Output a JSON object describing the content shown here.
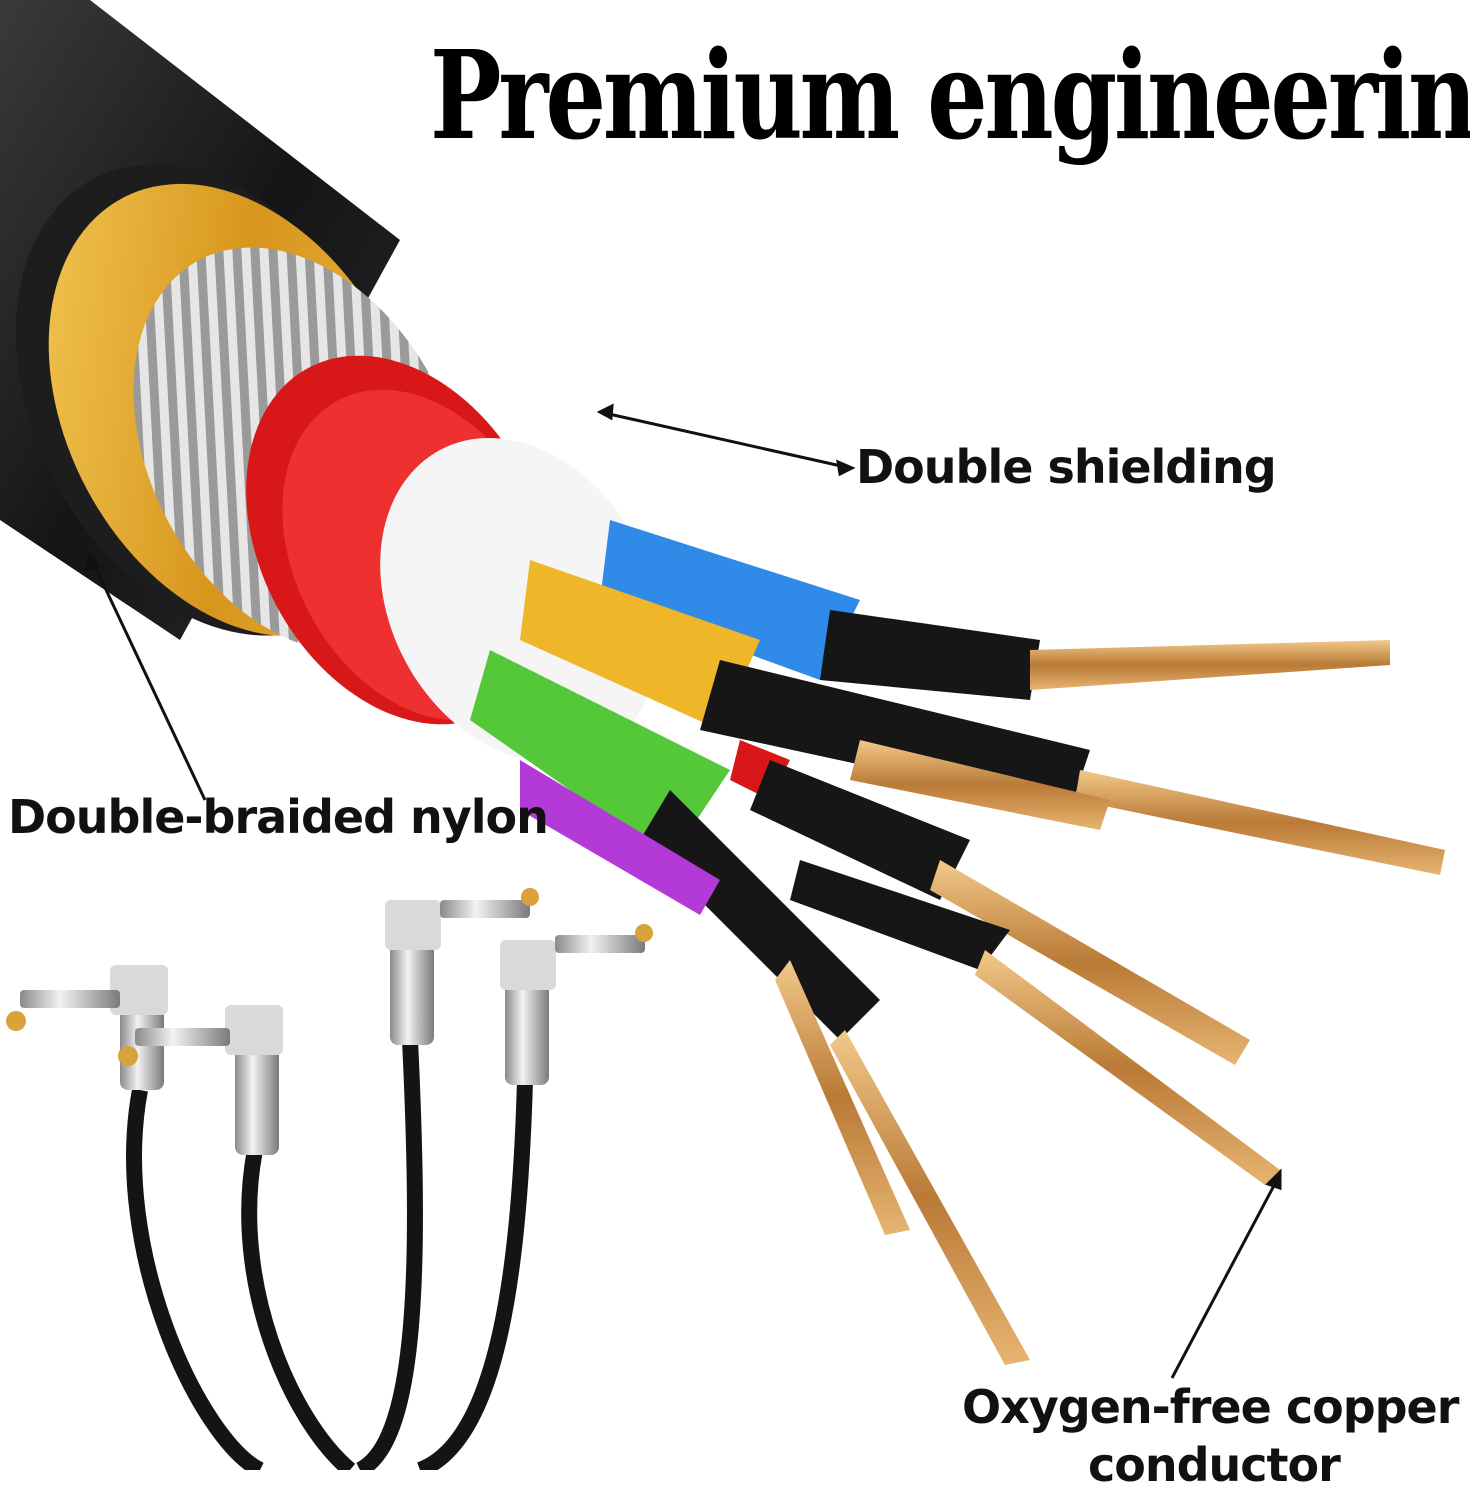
{
  "headline": "Premium engineering",
  "callouts": {
    "shielding": "Double shielding",
    "nylon": "Double-braided nylon",
    "copper_line1": "Oxygen-free copper",
    "copper_line2": "conductor"
  },
  "colors": {
    "jacket": "#1a1a1a",
    "gold_foil": "#e0a92a",
    "braid": "#b9b9b9",
    "red_shield": "#e01a1a",
    "white_insulator": "#f4f4f4",
    "blue_wire": "#2f8ae8",
    "yellow_wire": "#f0b62a",
    "green_wire": "#55c83a",
    "purple_wire": "#b43ad8",
    "copper": "#d8a05a",
    "plug_metal": "#c9c9c9",
    "plug_tip": "#d9a23a"
  }
}
